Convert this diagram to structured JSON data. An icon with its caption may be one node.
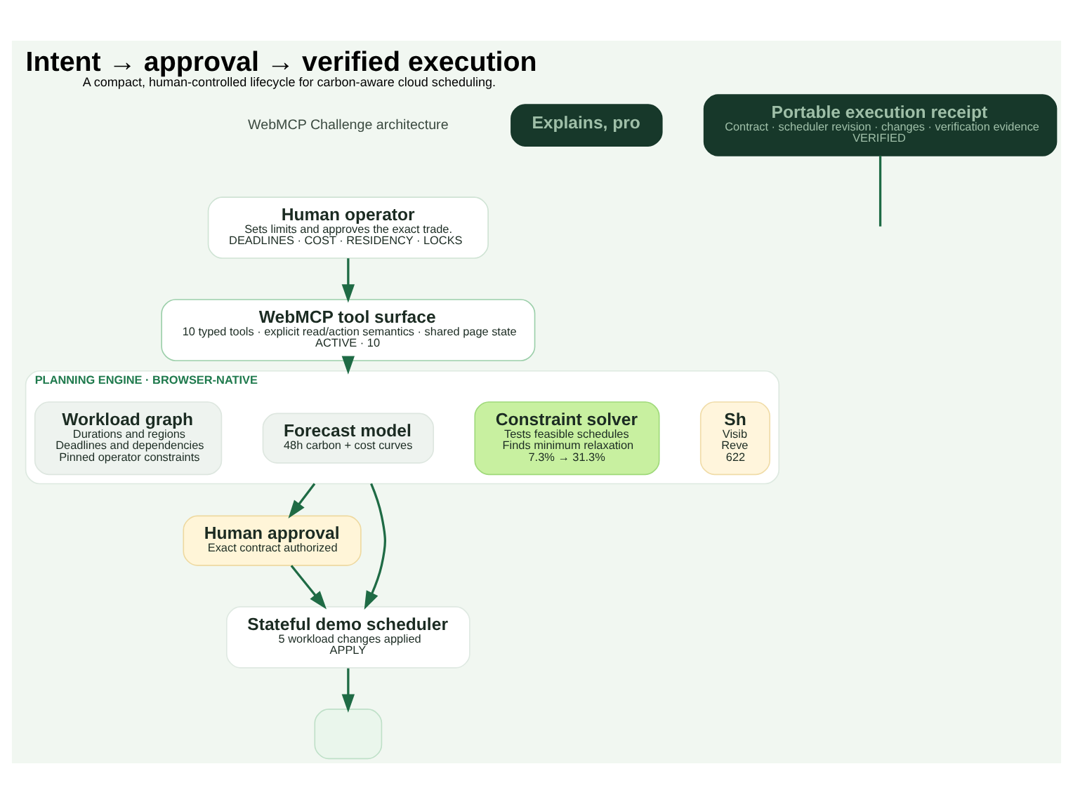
{
  "diagram": {
    "title": "Intent → approval → verified execution",
    "caption": "A compact, human-controlled lifecycle for carbon-aware cloud scheduling.",
    "nodes": [
      {
        "text": [
          "Human operator",
          "Sets limits and approves the exact trade.",
          "DEADLINES · COST · RESIDENCY · LOCKS"
        ]
      },
      {
        "text": [
          "Explains, pro"
        ]
      },
      {
        "text": [
          "WebMCP tool surface",
          "10 typed tools · explicit read/action semantics · shared page state",
          "ACTIVE · 10"
        ]
      },
      {
        "text": [
          "PLANNING ENGINE · BROWSER-NATIVE"
        ]
      },
      {
        "text": [
          "Workload graph",
          "Durations and regions",
          "Deadlines and dependencies",
          "Pinned operator constraints"
        ],
        "in": 3
      },
      {
        "text": [
          "Forecast model",
          "48h carbon + cost curves"
        ],
        "in": 3
      },
      {
        "text": [
          "Constraint solver",
          "Tests feasible schedules",
          "Finds minimum relaxation",
          "7.3% → 31.3%"
        ],
        "in": 3
      },
      {
        "text": [
          "Sh",
          "Visib",
          "Reve",
          "622"
        ],
        "in": 3
      },
      {
        "text": [
          "Human approval",
          "Exact contract authorized"
        ]
      },
      {
        "text": [
          "Stateful demo scheduler",
          "5 workload changes applied",
          "APPLY"
        ]
      },
      {
        "text": [],
        "shape": "box"
      },
      {
        "text": [
          "Portable execution receipt",
          "Contract · scheduler revision · changes · verification evidence",
          "VERIFIED"
        ]
      }
    ],
    "edges": [
      {
        "from": 0,
        "to": 2,
        "arrow": "to"
      },
      {
        "from": 2,
        "to": 3,
        "arrow": "to"
      },
      {
        "from": 3,
        "to": 8,
        "arrow": "to"
      },
      {
        "from": 3,
        "to": 9,
        "arrow": "to"
      },
      {
        "from": 8,
        "to": 9,
        "arrow": "to"
      },
      {
        "from": 9,
        "to": 10,
        "arrow": "to"
      },
      {
        "from": 11,
        "to": null,
        "arrow": "none"
      }
    ],
    "labels": [
      "WebMCP Challenge architecture"
    ]
  }
}
